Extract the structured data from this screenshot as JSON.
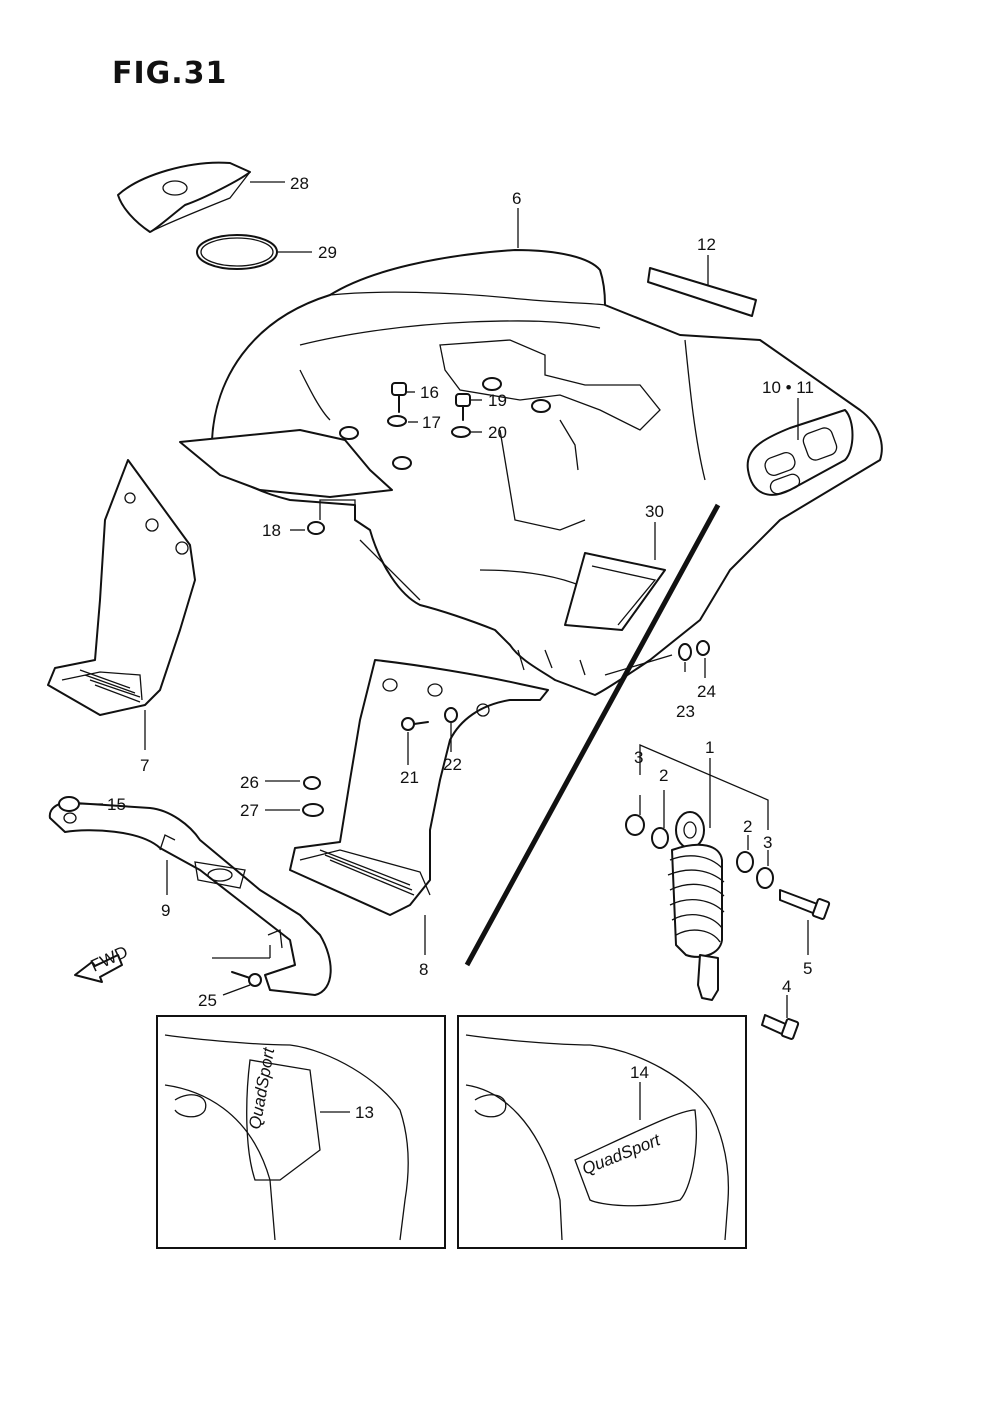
{
  "title": "FIG.31",
  "fwd_label": "FWD",
  "callouts": [
    {
      "id": "c1",
      "text": "1"
    },
    {
      "id": "c2a",
      "text": "2"
    },
    {
      "id": "c2b",
      "text": "2"
    },
    {
      "id": "c3a",
      "text": "3"
    },
    {
      "id": "c3b",
      "text": "3"
    },
    {
      "id": "c4",
      "text": "4"
    },
    {
      "id": "c5",
      "text": "5"
    },
    {
      "id": "c6",
      "text": "6"
    },
    {
      "id": "c7",
      "text": "7"
    },
    {
      "id": "c8",
      "text": "8"
    },
    {
      "id": "c9",
      "text": "9"
    },
    {
      "id": "c10_11",
      "text": "10 • 11"
    },
    {
      "id": "c12",
      "text": "12"
    },
    {
      "id": "c13",
      "text": "13"
    },
    {
      "id": "c14",
      "text": "14"
    },
    {
      "id": "c15",
      "text": "15"
    },
    {
      "id": "c16",
      "text": "16"
    },
    {
      "id": "c17",
      "text": "17"
    },
    {
      "id": "c18",
      "text": "18"
    },
    {
      "id": "c19",
      "text": "19"
    },
    {
      "id": "c20",
      "text": "20"
    },
    {
      "id": "c21",
      "text": "21"
    },
    {
      "id": "c22",
      "text": "22"
    },
    {
      "id": "c23",
      "text": "23"
    },
    {
      "id": "c24",
      "text": "24"
    },
    {
      "id": "c25",
      "text": "25"
    },
    {
      "id": "c26",
      "text": "26"
    },
    {
      "id": "c27",
      "text": "27"
    },
    {
      "id": "c28",
      "text": "28"
    },
    {
      "id": "c29",
      "text": "29"
    },
    {
      "id": "c30",
      "text": "30"
    }
  ]
}
